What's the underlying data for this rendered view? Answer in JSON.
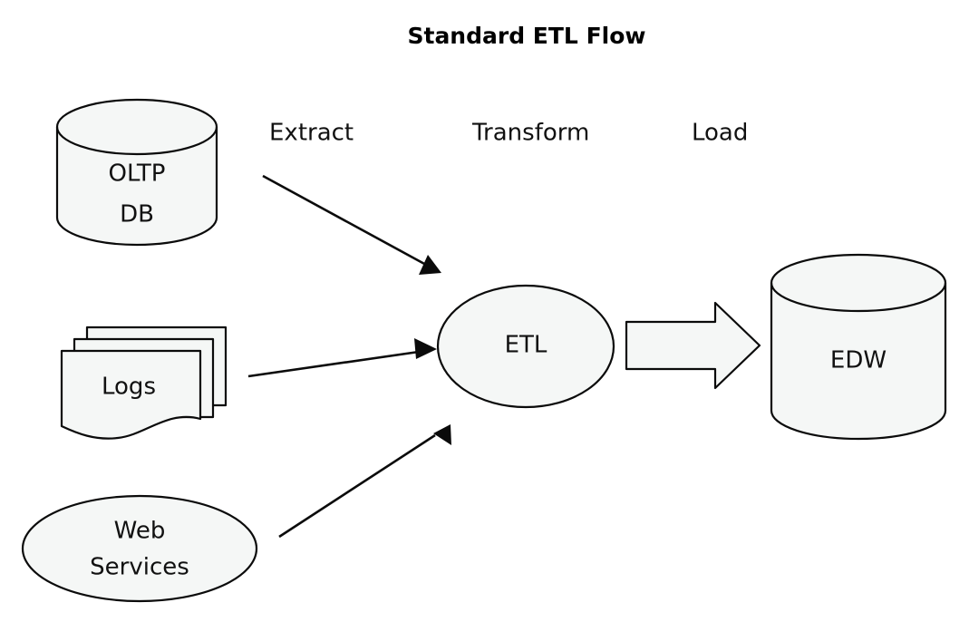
{
  "title": "Standard ETL Flow",
  "colors": {
    "background": "#ffffff",
    "shape_fill": "#f5f7f6",
    "stroke": "#0b0b0b",
    "text": "#111111"
  },
  "stage_labels": [
    {
      "id": "extract",
      "text": "Extract"
    },
    {
      "id": "transform",
      "text": "Transform"
    },
    {
      "id": "load",
      "text": "Load"
    }
  ],
  "nodes": [
    {
      "id": "oltp-db",
      "shape": "cylinder",
      "line1": "OLTP",
      "line2": "DB"
    },
    {
      "id": "logs",
      "shape": "stacked-document",
      "line1": "Logs",
      "line2": ""
    },
    {
      "id": "web-services",
      "shape": "ellipse",
      "line1": "Web",
      "line2": "Services"
    },
    {
      "id": "etl",
      "shape": "ellipse",
      "line1": "ETL",
      "line2": ""
    },
    {
      "id": "edw",
      "shape": "cylinder",
      "line1": "EDW",
      "line2": ""
    }
  ],
  "connectors": [
    {
      "id": "oltp-to-etl",
      "from": "oltp-db",
      "to": "etl",
      "style": "thin-arrow",
      "stage": "extract"
    },
    {
      "id": "logs-to-etl",
      "from": "logs",
      "to": "etl",
      "style": "thin-arrow",
      "stage": "extract"
    },
    {
      "id": "web-to-etl",
      "from": "web-services",
      "to": "etl",
      "style": "thin-arrow",
      "stage": "extract"
    },
    {
      "id": "etl-to-edw",
      "from": "etl",
      "to": "edw",
      "style": "block-arrow",
      "stage": "load"
    }
  ]
}
